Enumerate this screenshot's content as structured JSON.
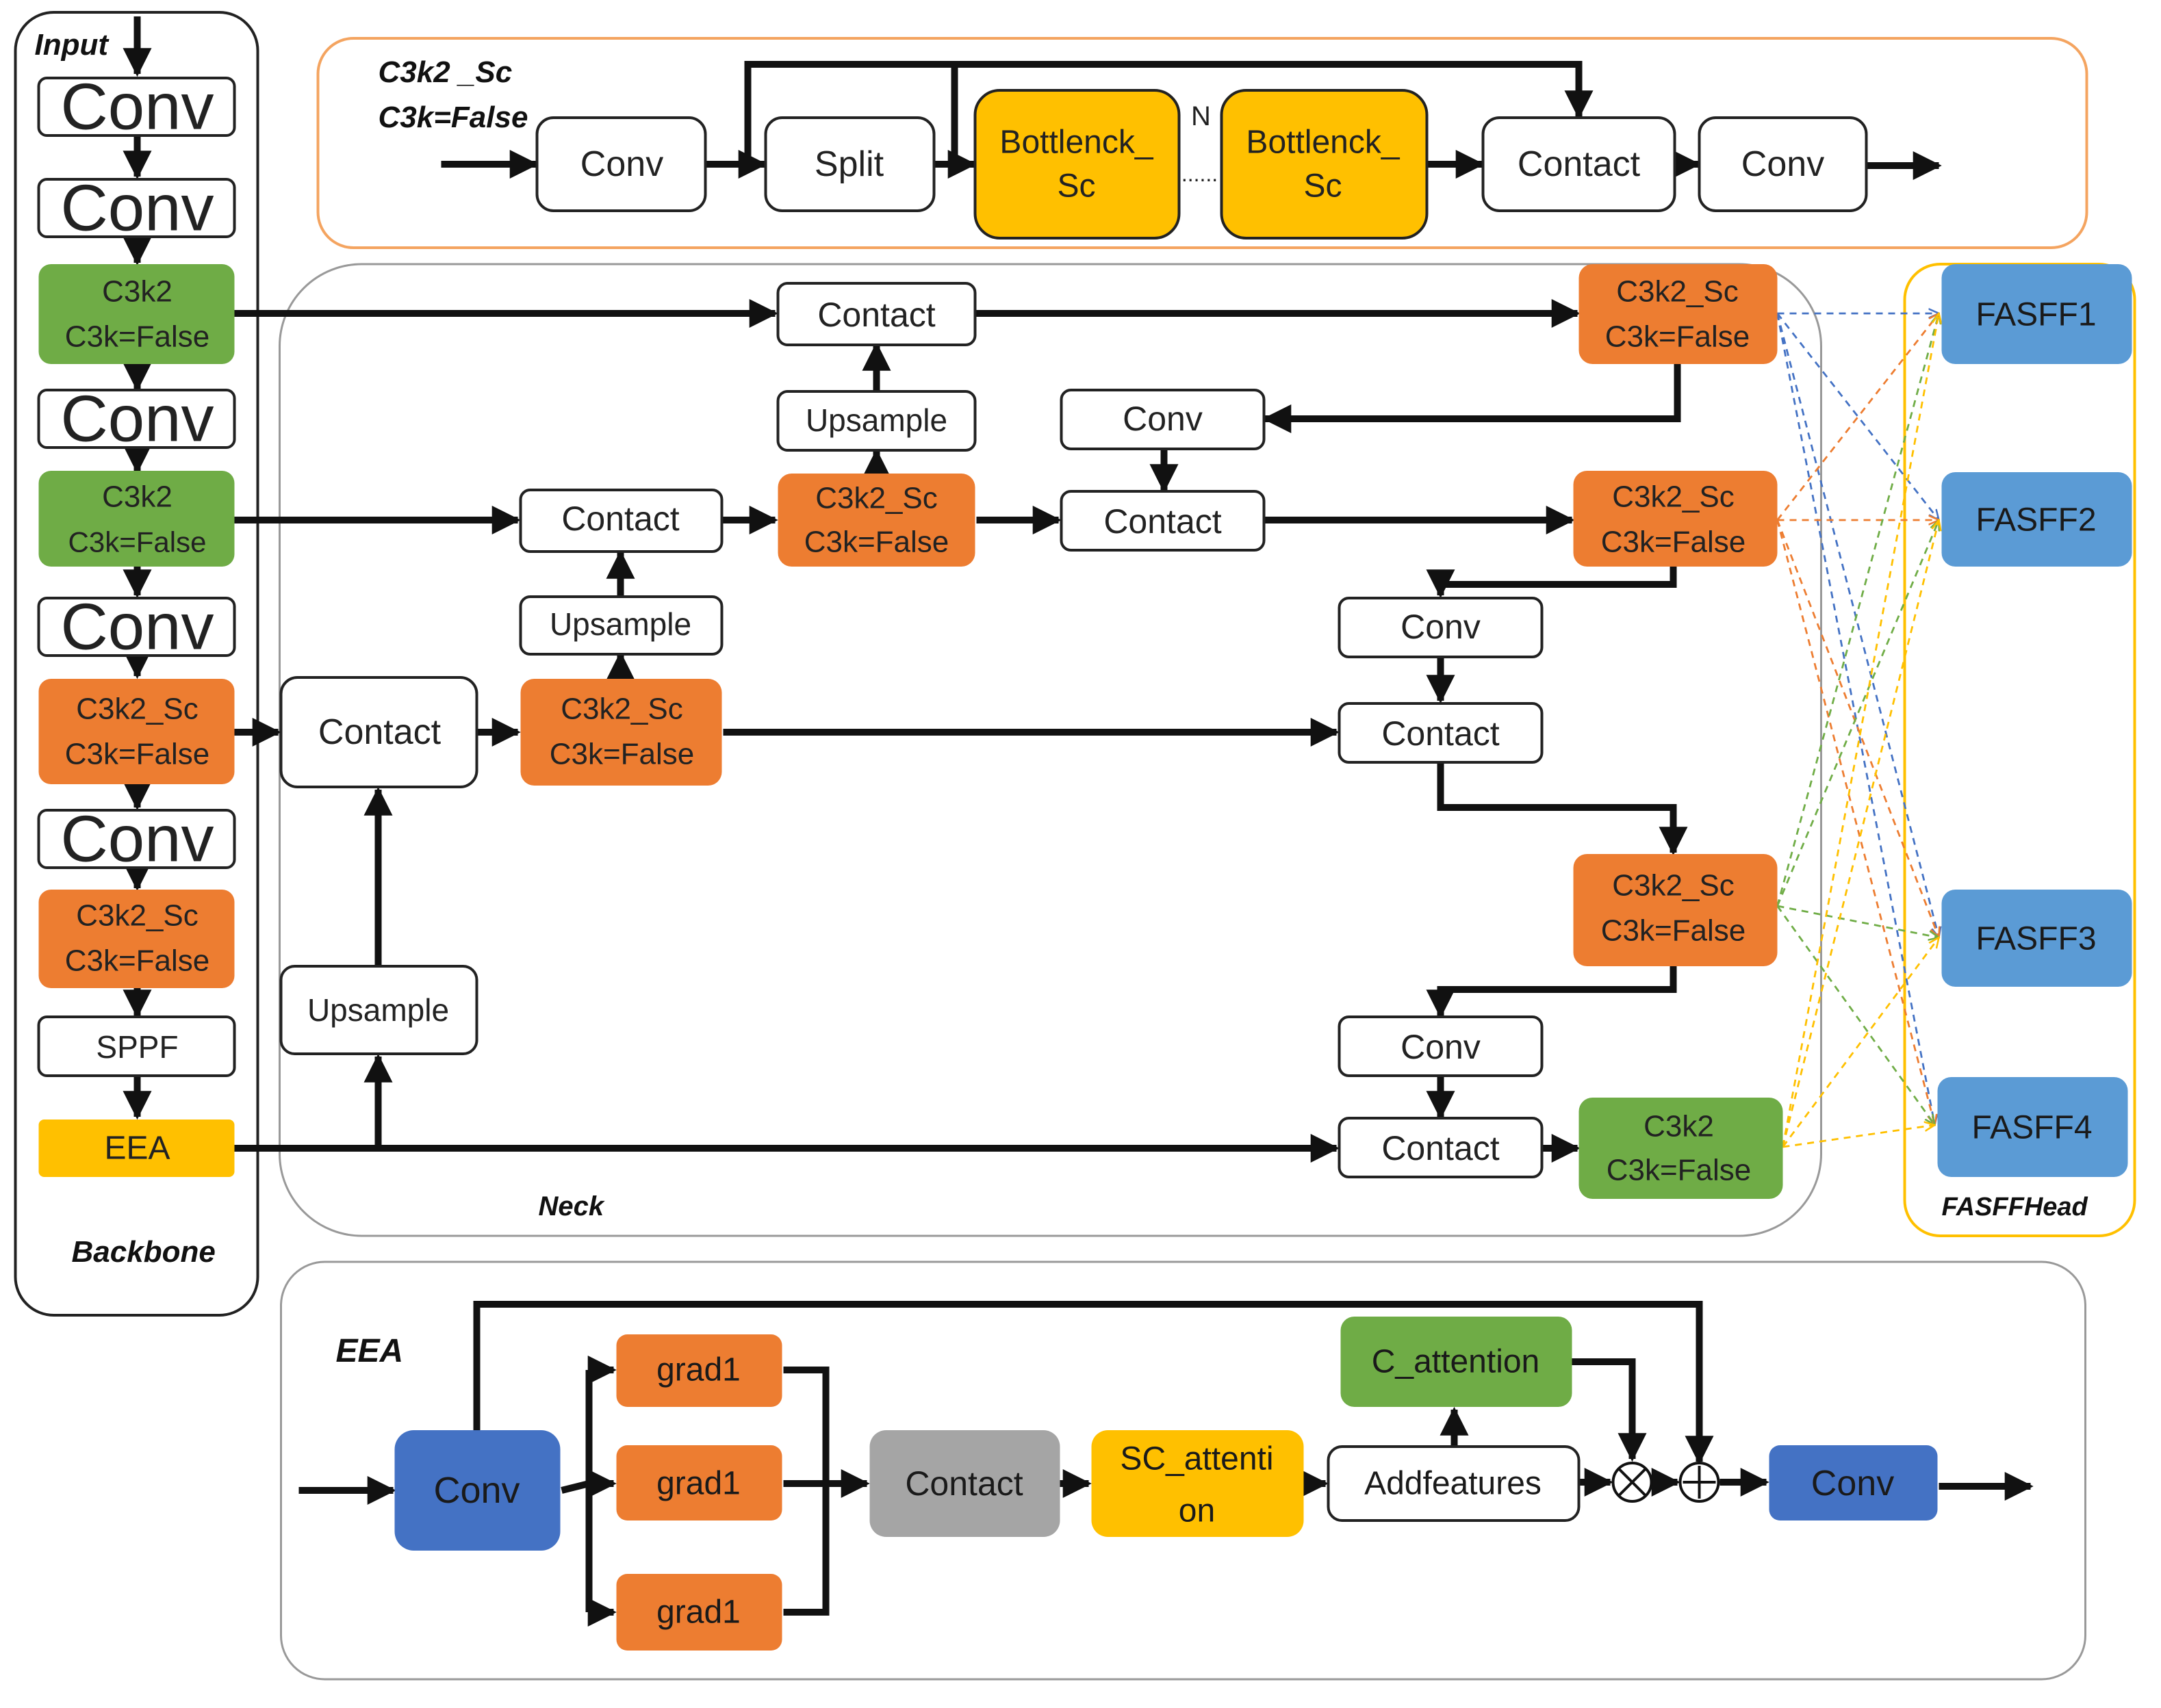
{
  "colors": {
    "white": "#ffffff",
    "green": "#6fac46",
    "orange": "#ed7d31",
    "yellow": "#ffc000",
    "blue_light": "#5b9bd5",
    "blue_dark": "#4472c4",
    "gray": "#a5a5a5",
    "c3k2_panel_border": "#f4a460",
    "fasff_panel_border": "#ffc000",
    "panel_border": "#999999",
    "dash_blue": "#4472c4",
    "dash_orange": "#ed7d31",
    "dash_green": "#70ad47",
    "dash_yellow": "#ffc000"
  },
  "sections": {
    "backbone_input": "Input",
    "backbone_title": "Backbone",
    "c3k2sc_title_line1": "C3k2 _Sc",
    "c3k2sc_title_line2": "C3k=False",
    "neck_title": "Neck",
    "fasff_head_title": "FASFFHead",
    "eea_title": "EEA"
  },
  "nodes": {
    "bb_conv1": "Conv",
    "bb_conv2": "Conv",
    "bb_c3k2_1_l1": "C3k2",
    "bb_c3k2_1_l2": "C3k=False",
    "bb_conv3": "Conv",
    "bb_c3k2_2_l1": "C3k2",
    "bb_c3k2_2_l2": "C3k=False",
    "bb_conv4": "Conv",
    "bb_c3k2sc_1_l1": "C3k2_Sc",
    "bb_c3k2sc_1_l2": "C3k=False",
    "bb_conv5": "Conv",
    "bb_c3k2sc_2_l1": "C3k2_Sc",
    "bb_c3k2sc_2_l2": "C3k=False",
    "bb_sppf": "SPPF",
    "bb_eea": "EEA",
    "top_conv1": "Conv",
    "top_split": "Split",
    "top_bottleneck1_l1": "Bottlenck_",
    "top_bottleneck1_l2": "Sc",
    "top_n": "N",
    "top_dots": "......",
    "top_bottleneck2_l1": "Bottlenck_",
    "top_bottleneck2_l2": "Sc",
    "top_contact": "Contact",
    "top_conv2": "Conv",
    "nk_contact_a": "Contact",
    "nk_upsample_a": "Upsample",
    "nk_c3k2sc_a_l1": "C3k2_Sc",
    "nk_c3k2sc_a_l2": "C3k=False",
    "nk_contact_b": "Contact",
    "nk_upsample_b": "Upsample",
    "nk_c3k2sc_b_l1": "C3k2_Sc",
    "nk_c3k2sc_b_l2": "C3k=False",
    "nk_contact_c": "Contact",
    "nk_upsample_c": "Upsample",
    "nk_conv_r1": "Conv",
    "nk_contact_r1": "Contact",
    "nk_conv_r2": "Conv",
    "nk_contact_r2": "Contact",
    "nk_conv_r3": "Conv",
    "nk_contact_r3": "Contact",
    "nk_out1_l1": "C3k2_Sc",
    "nk_out1_l2": "C3k=False",
    "nk_out2_l1": "C3k2_Sc",
    "nk_out2_l2": "C3k=False",
    "nk_out3_l1": "C3k2_Sc",
    "nk_out3_l2": "C3k=False",
    "nk_out4_l1": "C3k2",
    "nk_out4_l2": "C3k=False",
    "fasff1": "FASFF1",
    "fasff2": "FASFF2",
    "fasff3": "FASFF3",
    "fasff4": "FASFF4",
    "eea_conv_in": "Conv",
    "eea_grad1_a": "grad1",
    "eea_grad1_b": "grad1",
    "eea_grad1_c": "grad1",
    "eea_contact": "Contact",
    "eea_sc_attention_l1": "SC_attenti",
    "eea_sc_attention_l2": "on",
    "eea_c_attention": "C_attention",
    "eea_addfeatures": "Addfeatures",
    "eea_conv_out": "Conv"
  }
}
